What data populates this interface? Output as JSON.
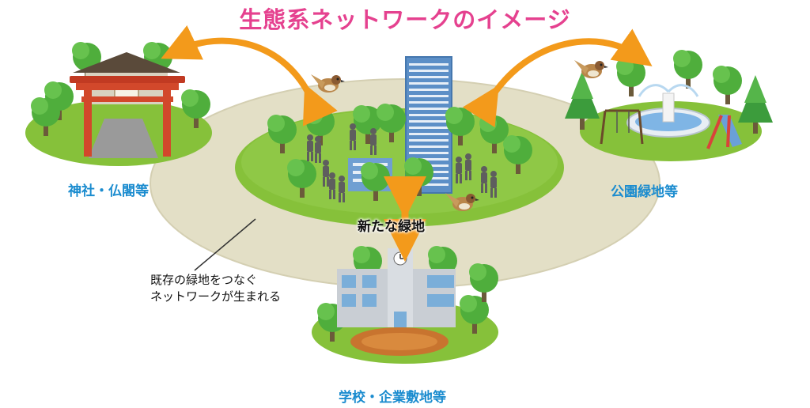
{
  "title": "生態系ネットワークのイメージ",
  "labels": {
    "shrine": "神社・仏閣等",
    "park": "公園緑地等",
    "center": "新たな緑地",
    "school": "学校・企業敷地等"
  },
  "note": {
    "line1": "既存の緑地をつなぐ",
    "line2": "ネットワークが生まれる"
  },
  "colors": {
    "title": "#e5418f",
    "place_label": "#1b8ccf",
    "ring": "#e3dfc6",
    "lawn": "#86c13a",
    "arrow": "#f39a1b",
    "tree": "#4fae3c"
  }
}
